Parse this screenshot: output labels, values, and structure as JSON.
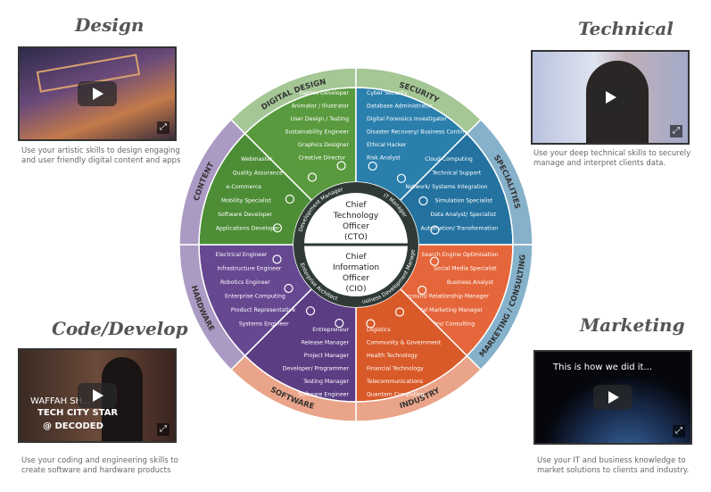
{
  "panels": {
    "design": {
      "title": "Design",
      "caption_lines": [
        "Use your artistic skills to design engaging",
        "and user friendly digital content and apps"
      ]
    },
    "technical": {
      "title": "Technical",
      "caption_lines": [
        "Use your deep technical skills to securely",
        "manage and interpret clients data."
      ]
    },
    "code": {
      "title": "Code/Develop",
      "caption_lines": [
        "Use your coding and engineering skills to",
        "create software and hardware products"
      ],
      "overlay": [
        "WAFFAH SH...",
        "TECH CITY STAR",
        "@ DECODED"
      ]
    },
    "marketing": {
      "title": "Marketing",
      "caption_lines": [
        "Use your IT and business knowledge to",
        "market solutions to clients and industry."
      ],
      "overlay": "This is how we did it..."
    }
  },
  "wheel": {
    "center_top": [
      "Chief",
      "Technology",
      "Officer",
      "(CTO)"
    ],
    "center_bottom": [
      "Chief",
      "Information",
      "Officer",
      "(CIO)"
    ],
    "manager_labels": [
      "Development Manager",
      "IT Manager",
      "Business Development Manager",
      "Enterprise Architect"
    ],
    "sectors": [
      {
        "name": "DIGITAL DESIGN",
        "color": "#5a9a3e",
        "items": [
          "Games Developer",
          "Animator / Illustrator",
          "User Design / Testing",
          "Sustainability Engineer",
          "Graphics Designer",
          "Creative Director"
        ]
      },
      {
        "name": "SECURITY",
        "color": "#2a7fac",
        "items": [
          "Cyber Security",
          "Database Administrator",
          "Digital Forensics Investigator",
          "Disaster Recovery/ Business Continuity",
          "Ethical Hacker",
          "Risk Analyst"
        ]
      },
      {
        "name": "SPECIALITIES",
        "color": "#2372a0",
        "items": [
          "Cloud Computing",
          "Technical Support",
          "Network/ Systems Integration",
          "Simulation Specialist",
          "Data Analyst/ Specialist",
          "Automation/ Transformation"
        ]
      },
      {
        "name": "MARKETING / CONSULTING",
        "color": "#e5663a",
        "items": [
          "Search Engine Optimisation",
          "Social Media Specialist",
          "Business Analyst",
          "Account/ Relationship Manager",
          "Digital Marketing Manager",
          "Sales/ Consulting"
        ]
      },
      {
        "name": "INDUSTRY",
        "color": "#d95a29",
        "items": [
          "Logistics",
          "Community & Government",
          "Health Technology",
          "Financial Technology",
          "Telecommunications",
          "Quantam Computing"
        ]
      },
      {
        "name": "SOFTWARE",
        "color": "#5b3d84",
        "items": [
          "Entrepreneur",
          "Release Manager",
          "Project Manager",
          "Developer/ Programmer",
          "Testing Manager",
          "Software Engineer"
        ]
      },
      {
        "name": "HARDWARE",
        "color": "#664891",
        "items": [
          "Electrical Engineer",
          "Infrastructure Engineer",
          "Robotics Engineer",
          "Enterprise Computing",
          "Product Representative",
          "Systems Engineer"
        ]
      },
      {
        "name": "CONTENT",
        "color": "#4c8d35",
        "items": [
          "Webmaster",
          "Quality Assurance",
          "e-Commerce",
          "Mobility Specialist",
          "Software Developer",
          "Applications Developer"
        ]
      }
    ]
  }
}
